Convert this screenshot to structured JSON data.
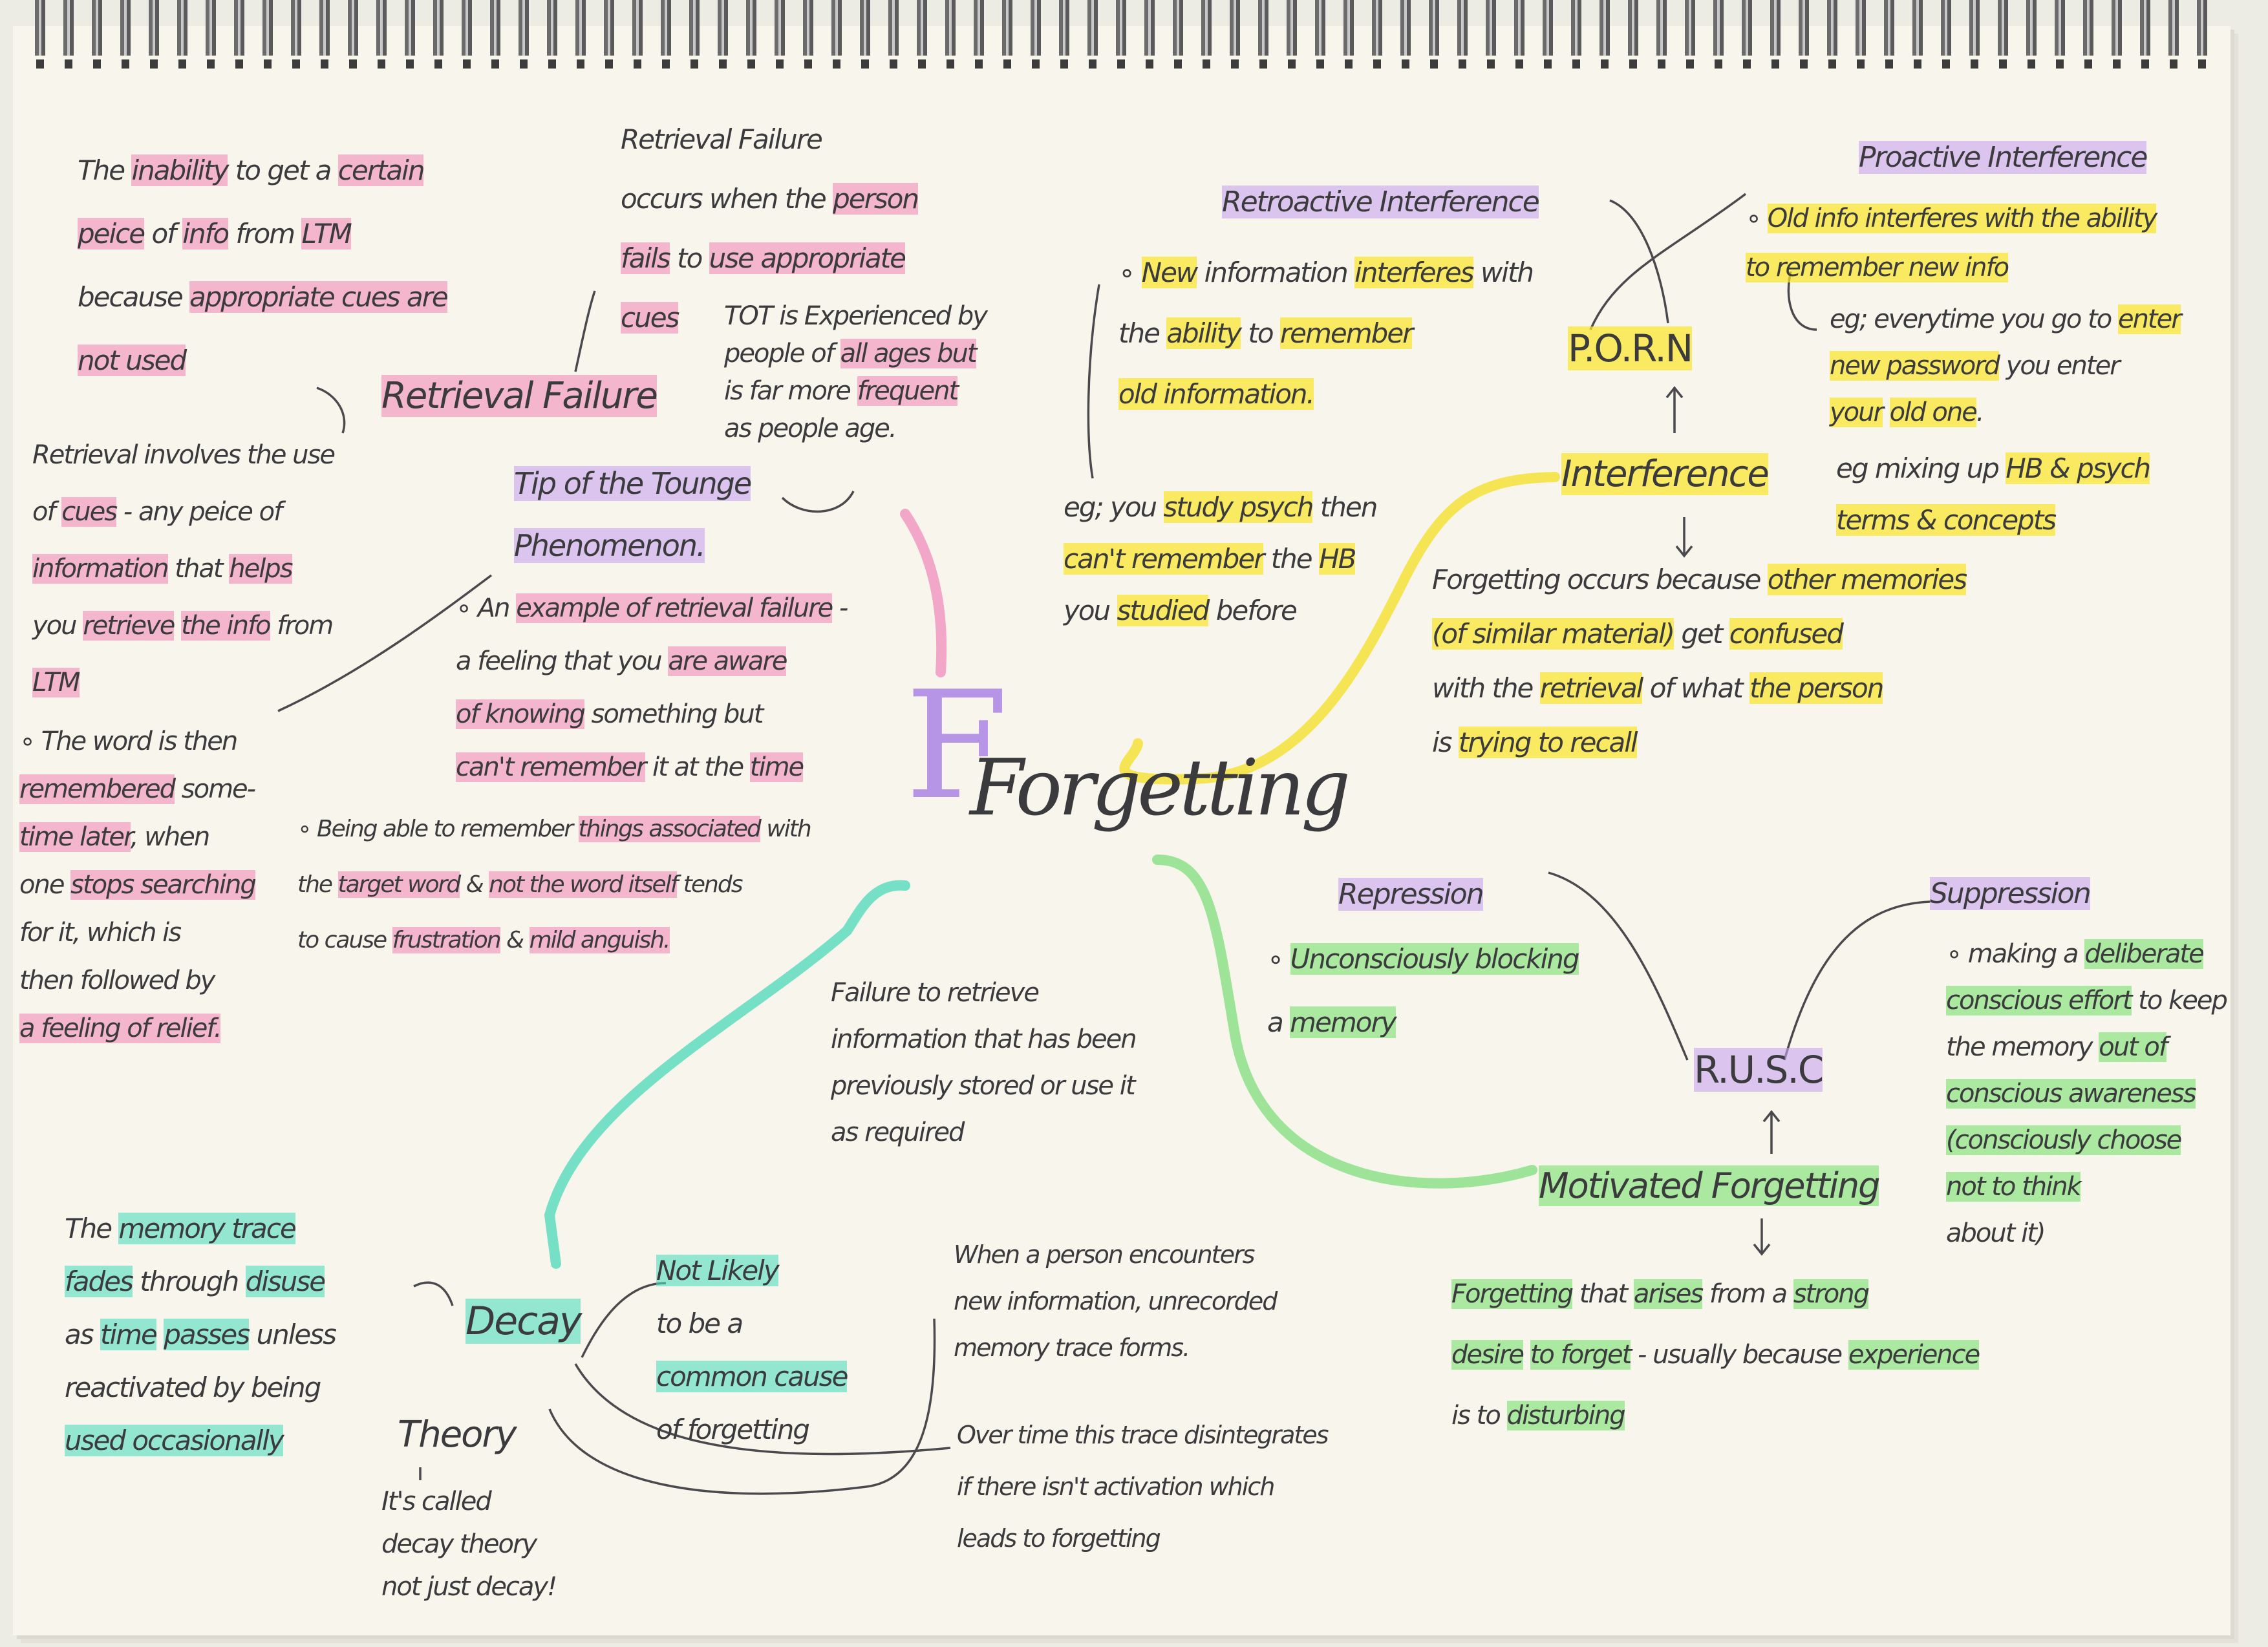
{
  "title": "Forgetting",
  "colors": {
    "p": "#f082b4",
    "y": "#fae628",
    "v": "#c8a5f0",
    "g": "#78e16e",
    "t": "#50dcbe",
    "ink": "#3b3b3e",
    "paper": "#f8f6ec"
  },
  "notes": [
    {
      "id": "inability-definition",
      "lines": [
        [
          [
            "The ",
            ""
          ],
          [
            "inability",
            "p"
          ],
          [
            " to get a ",
            ""
          ],
          [
            "certain",
            "p"
          ]
        ],
        [
          [
            "peice",
            "p"
          ],
          [
            " of ",
            ""
          ],
          [
            "info",
            "p"
          ],
          [
            " from ",
            ""
          ],
          [
            "LTM",
            "p"
          ]
        ],
        [
          [
            "because ",
            ""
          ],
          [
            "appropriate cues are",
            "p"
          ]
        ],
        [
          [
            "not used",
            "p"
          ]
        ]
      ]
    },
    {
      "id": "retrieval-failure-occurs",
      "lines": [
        [
          [
            "Retrieval Failure",
            ""
          ]
        ],
        [
          [
            "occurs when the ",
            ""
          ],
          [
            "person",
            "p"
          ]
        ],
        [
          [
            "fails",
            "p"
          ],
          [
            " to ",
            ""
          ],
          [
            "use appropriate",
            "p"
          ]
        ],
        [
          [
            "cues",
            "p"
          ]
        ]
      ]
    },
    {
      "id": "retrieval-failure-title",
      "lines": [
        [
          [
            "Retrieval Failure",
            "p"
          ]
        ]
      ]
    },
    {
      "id": "tot-experienced",
      "lines": [
        [
          [
            "TOT is Experienced by",
            ""
          ]
        ],
        [
          [
            "people of ",
            ""
          ],
          [
            "all ages but",
            "p"
          ]
        ],
        [
          [
            "is far more ",
            ""
          ],
          [
            "frequent",
            "p"
          ]
        ],
        [
          [
            "as people age.",
            ""
          ]
        ]
      ]
    },
    {
      "id": "tot-title",
      "lines": [
        [
          [
            "Tip of the Tounge",
            "v"
          ]
        ],
        [
          [
            "Phenomenon.",
            "v"
          ]
        ]
      ]
    },
    {
      "id": "retrieval-involves-cues",
      "lines": [
        [
          [
            "Retrieval involves the use",
            ""
          ]
        ],
        [
          [
            "of ",
            ""
          ],
          [
            "cues",
            "p"
          ],
          [
            " - any peice of",
            ""
          ]
        ],
        [
          [
            "information",
            "p"
          ],
          [
            " that ",
            ""
          ],
          [
            "helps",
            "p"
          ]
        ],
        [
          [
            "you ",
            ""
          ],
          [
            "retrieve",
            "p"
          ],
          [
            " ",
            ""
          ],
          [
            "the info",
            "p"
          ],
          [
            " from",
            ""
          ]
        ],
        [
          [
            "LTM",
            "p"
          ]
        ]
      ]
    },
    {
      "id": "tot-example",
      "lines": [
        [
          [
            "∘ An ",
            ""
          ],
          [
            "example of retrieval failure",
            "p"
          ],
          [
            " -",
            ""
          ]
        ],
        [
          [
            "a feeling that you ",
            ""
          ],
          [
            "are aware",
            "p"
          ]
        ],
        [
          [
            "of knowing",
            "p"
          ],
          [
            " something but",
            ""
          ]
        ],
        [
          [
            "can't remember",
            "p"
          ],
          [
            " it at the ",
            ""
          ],
          [
            "time",
            "p"
          ]
        ]
      ]
    },
    {
      "id": "word-remembered-later",
      "lines": [
        [
          [
            "∘ The word is then",
            ""
          ]
        ],
        [
          [
            "remembered",
            "p"
          ],
          [
            " some-",
            ""
          ]
        ],
        [
          [
            "time later",
            "p"
          ],
          [
            ", when",
            ""
          ]
        ],
        [
          [
            "one ",
            ""
          ],
          [
            "stops searching",
            "p"
          ]
        ],
        [
          [
            "for it, which is",
            ""
          ]
        ],
        [
          [
            "then followed by",
            ""
          ]
        ],
        [
          [
            "a feeling of relief.",
            "p"
          ]
        ]
      ]
    },
    {
      "id": "associated-things",
      "lines": [
        [
          [
            "∘ Being able to remember ",
            ""
          ],
          [
            "things associated",
            "p"
          ],
          [
            " with",
            ""
          ]
        ],
        [
          [
            "the ",
            ""
          ],
          [
            "target word",
            "p"
          ],
          [
            " & ",
            ""
          ],
          [
            "not the word itself",
            "p"
          ],
          [
            " tends",
            ""
          ]
        ],
        [
          [
            "to cause ",
            ""
          ],
          [
            "frustration",
            "p"
          ],
          [
            " & ",
            ""
          ],
          [
            "mild anguish.",
            "p"
          ]
        ]
      ]
    },
    {
      "id": "forgetting-definition",
      "lines": [
        [
          [
            "Failure to retrieve",
            ""
          ]
        ],
        [
          [
            "information that has been",
            ""
          ]
        ],
        [
          [
            "previously stored or use it",
            ""
          ]
        ],
        [
          [
            "as required",
            ""
          ]
        ]
      ]
    },
    {
      "id": "retroactive-title",
      "lines": [
        [
          [
            "Retroactive Interference",
            "v"
          ]
        ]
      ]
    },
    {
      "id": "retroactive-definition",
      "lines": [
        [
          [
            "∘ ",
            ""
          ],
          [
            "New",
            "y"
          ],
          [
            " information ",
            ""
          ],
          [
            "interferes",
            "y"
          ],
          [
            " with",
            ""
          ]
        ],
        [
          [
            "the ",
            ""
          ],
          [
            "ability",
            "y"
          ],
          [
            " to ",
            ""
          ],
          [
            "remember",
            "y"
          ]
        ],
        [
          [
            "old information.",
            "y"
          ]
        ]
      ]
    },
    {
      "id": "porn-mnemonic",
      "lines": [
        [
          [
            "P.O.R.N",
            "y"
          ]
        ]
      ]
    },
    {
      "id": "proactive-title",
      "lines": [
        [
          [
            "Proactive Interference",
            "v"
          ]
        ]
      ]
    },
    {
      "id": "proactive-definition",
      "lines": [
        [
          [
            "∘ ",
            ""
          ],
          [
            "Old info interferes with the ability",
            "y"
          ]
        ],
        [
          [
            "to remember new info",
            "y"
          ]
        ]
      ]
    },
    {
      "id": "proactive-example",
      "lines": [
        [
          [
            "eg; everytime you go to ",
            ""
          ],
          [
            "enter",
            "y"
          ]
        ],
        [
          [
            "new password",
            "y"
          ],
          [
            " you enter",
            ""
          ]
        ],
        [
          [
            "your",
            "y"
          ],
          [
            " ",
            ""
          ],
          [
            "old one",
            "y"
          ],
          [
            ".",
            ""
          ]
        ]
      ]
    },
    {
      "id": "interference-title",
      "lines": [
        [
          [
            "Interference",
            "y"
          ]
        ]
      ]
    },
    {
      "id": "interference-example",
      "lines": [
        [
          [
            "eg mixing up ",
            ""
          ],
          [
            "HB & psych",
            "y"
          ]
        ],
        [
          [
            "terms & concepts",
            "y"
          ]
        ]
      ]
    },
    {
      "id": "retroactive-example",
      "lines": [
        [
          [
            "eg; you ",
            ""
          ],
          [
            "study psych",
            "y"
          ],
          [
            " then",
            ""
          ]
        ],
        [
          [
            "can't remember",
            "y"
          ],
          [
            " the ",
            ""
          ],
          [
            "HB",
            "y"
          ]
        ],
        [
          [
            "you ",
            ""
          ],
          [
            "studied",
            "y"
          ],
          [
            " before",
            ""
          ]
        ]
      ]
    },
    {
      "id": "interference-definition",
      "lines": [
        [
          [
            "Forgetting occurs because ",
            ""
          ],
          [
            "other memories",
            "y"
          ]
        ],
        [
          [
            "(of similar material)",
            "y"
          ],
          [
            " get ",
            ""
          ],
          [
            "confused",
            "y"
          ]
        ],
        [
          [
            "with the ",
            ""
          ],
          [
            "retrieval",
            "y"
          ],
          [
            " of what ",
            ""
          ],
          [
            "the person",
            "y"
          ]
        ],
        [
          [
            "is ",
            ""
          ],
          [
            "trying to recall",
            "y"
          ]
        ]
      ]
    },
    {
      "id": "repression-title",
      "lines": [
        [
          [
            "Repression",
            "v"
          ]
        ]
      ]
    },
    {
      "id": "repression-definition",
      "lines": [
        [
          [
            "∘ ",
            ""
          ],
          [
            "Unconsciously blocking",
            "g"
          ]
        ],
        [
          [
            "a ",
            ""
          ],
          [
            "memory",
            "g"
          ]
        ]
      ]
    },
    {
      "id": "suppression-title",
      "lines": [
        [
          [
            "Suppression",
            "v"
          ]
        ]
      ]
    },
    {
      "id": "suppression-definition",
      "lines": [
        [
          [
            "∘ making a ",
            ""
          ],
          [
            "deliberate",
            "g"
          ]
        ],
        [
          [
            "conscious effort",
            "g"
          ],
          [
            " to keep",
            ""
          ]
        ],
        [
          [
            "the memory ",
            ""
          ],
          [
            "out of",
            "g"
          ]
        ],
        [
          [
            "conscious awareness",
            "g"
          ]
        ],
        [
          [
            "(consciously choose",
            "g"
          ]
        ],
        [
          [
            "not to think",
            "g"
          ]
        ],
        [
          [
            "about it)",
            ""
          ]
        ]
      ]
    },
    {
      "id": "rusc-mnemonic",
      "lines": [
        [
          [
            "R.U.S.C",
            "v"
          ]
        ]
      ]
    },
    {
      "id": "motivated-forgetting-title",
      "lines": [
        [
          [
            "Motivated Forgetting",
            "g"
          ]
        ]
      ]
    },
    {
      "id": "motivated-forgetting-definition",
      "lines": [
        [
          [
            "Forgetting",
            "g"
          ],
          [
            " that ",
            ""
          ],
          [
            "arises",
            "g"
          ],
          [
            " from a ",
            ""
          ],
          [
            "strong",
            "g"
          ]
        ],
        [
          [
            "desire",
            "g"
          ],
          [
            " ",
            ""
          ],
          [
            "to forget",
            "g"
          ],
          [
            " - usually because ",
            ""
          ],
          [
            "experience",
            "g"
          ]
        ],
        [
          [
            "is to ",
            ""
          ],
          [
            "disturbing",
            "g"
          ]
        ]
      ]
    },
    {
      "id": "memory-trace-fades",
      "lines": [
        [
          [
            "The ",
            ""
          ],
          [
            "memory trace",
            "t"
          ]
        ],
        [
          [
            "fades",
            "t"
          ],
          [
            " through ",
            ""
          ],
          [
            "disuse",
            "t"
          ]
        ],
        [
          [
            "as ",
            ""
          ],
          [
            "time",
            "t"
          ],
          [
            " ",
            ""
          ],
          [
            "passes",
            "t"
          ],
          [
            " unless",
            ""
          ]
        ],
        [
          [
            "reactivated by being",
            ""
          ]
        ],
        [
          [
            "used occasionally",
            "t"
          ]
        ]
      ]
    },
    {
      "id": "decay-title",
      "lines": [
        [
          [
            "Decay",
            "t"
          ]
        ]
      ]
    },
    {
      "id": "theory-label",
      "lines": [
        [
          [
            "Theory",
            ""
          ]
        ]
      ]
    },
    {
      "id": "decay-theory-note",
      "lines": [
        [
          [
            "It's called",
            ""
          ]
        ],
        [
          [
            "decay theory",
            ""
          ]
        ],
        [
          [
            "not just decay!",
            ""
          ]
        ]
      ]
    },
    {
      "id": "not-likely",
      "lines": [
        [
          [
            "Not Likely",
            "t"
          ]
        ],
        [
          [
            "to be a",
            ""
          ]
        ],
        [
          [
            "common cause",
            "t"
          ]
        ],
        [
          [
            "of forgetting",
            ""
          ]
        ]
      ]
    },
    {
      "id": "trace-forms",
      "lines": [
        [
          [
            "When a person encounters",
            ""
          ]
        ],
        [
          [
            "new information, unrecorded",
            ""
          ]
        ],
        [
          [
            "memory trace forms.",
            ""
          ]
        ]
      ]
    },
    {
      "id": "trace-disintegrates",
      "lines": [
        [
          [
            "Over time this trace disintegrates",
            ""
          ]
        ],
        [
          [
            "if there isn't activation which",
            ""
          ]
        ],
        [
          [
            "leads to forgetting",
            ""
          ]
        ]
      ]
    }
  ]
}
